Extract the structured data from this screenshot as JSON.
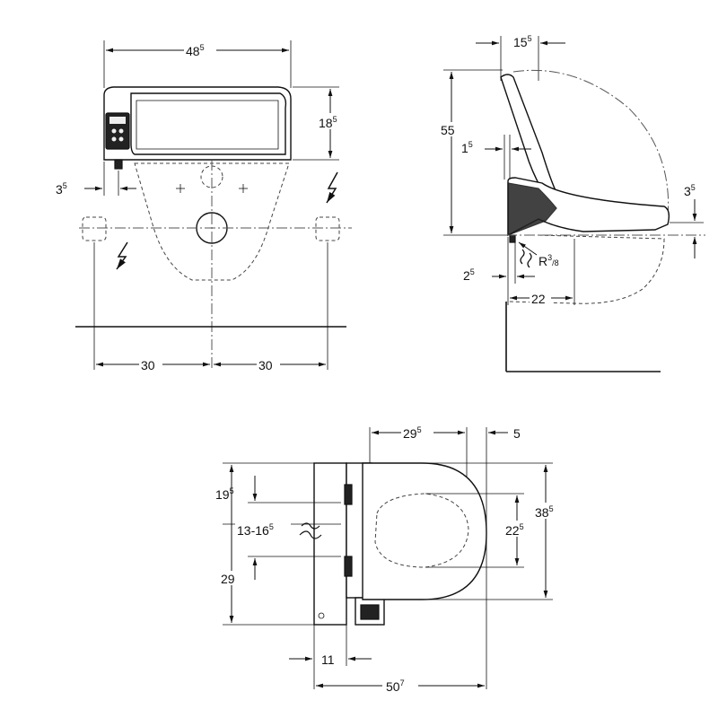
{
  "front_view": {
    "width_main": "48",
    "width_sup": "5",
    "height_main": "18",
    "height_sup": "5",
    "offset_main": "3",
    "offset_sup": "5",
    "left_spacing": "30",
    "right_spacing": "30"
  },
  "side_view": {
    "depth_top_main": "15",
    "depth_top_sup": "5",
    "height": "55",
    "lid_offset_main": "1",
    "lid_offset_sup": "5",
    "gap_main": "3",
    "gap_sup": "5",
    "pipe_main": "R",
    "pipe_sup": "3",
    "pipe_sub": "/8",
    "offset_main": "2",
    "offset_sup": "5",
    "depth_bottom": "22"
  },
  "top_view": {
    "seat_width_main": "29",
    "seat_width_sup": "5",
    "edge": "5",
    "upper_main": "19",
    "upper_sup": "5",
    "range_main": "13-16",
    "range_sup": "5",
    "lower": "29",
    "opening_main": "22",
    "opening_sup": "5",
    "total_width_main": "38",
    "total_width_sup": "5",
    "side_offset": "11",
    "total_depth_main": "50",
    "total_depth_sup": "7"
  }
}
